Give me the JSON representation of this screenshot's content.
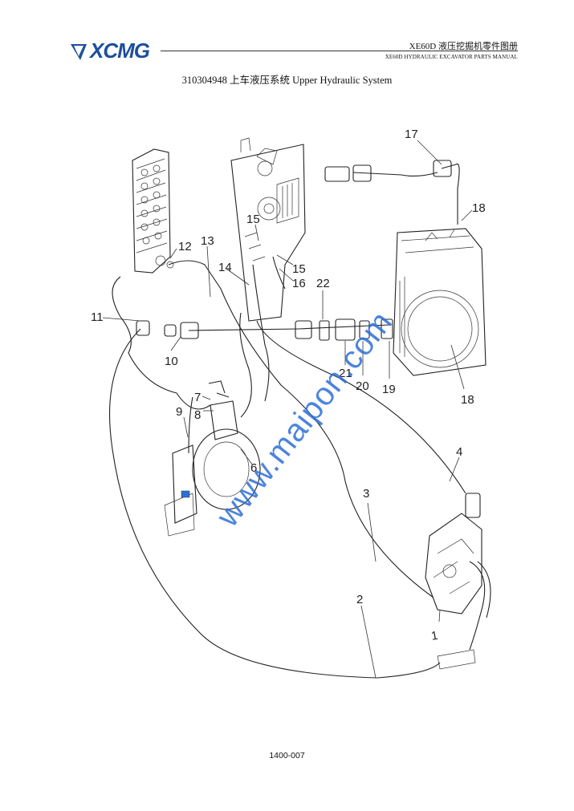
{
  "header": {
    "brand": "XCMG",
    "title_cn": "XE60D 液压挖掘机零件图册",
    "title_en": "XE60D HYDRAULIC EXCAVATOR PARTS MANUAL"
  },
  "document": {
    "title": "310304948 上车液压系统 Upper Hydraulic System",
    "page_number": "1400-007"
  },
  "watermark": "www.maipon.com",
  "callouts": [
    {
      "id": "c1",
      "label": "1"
    },
    {
      "id": "c2",
      "label": "2"
    },
    {
      "id": "c3",
      "label": "3"
    },
    {
      "id": "c4",
      "label": "4"
    },
    {
      "id": "c6",
      "label": "6"
    },
    {
      "id": "c7",
      "label": "7"
    },
    {
      "id": "c8",
      "label": "8"
    },
    {
      "id": "c9",
      "label": "9"
    },
    {
      "id": "c10",
      "label": "10"
    },
    {
      "id": "c11",
      "label": "11"
    },
    {
      "id": "c12",
      "label": "12"
    },
    {
      "id": "c13",
      "label": "13"
    },
    {
      "id": "c14",
      "label": "14"
    },
    {
      "id": "c15a",
      "label": "15"
    },
    {
      "id": "c15b",
      "label": "15"
    },
    {
      "id": "c16",
      "label": "16"
    },
    {
      "id": "c17",
      "label": "17"
    },
    {
      "id": "c18a",
      "label": "18"
    },
    {
      "id": "c18b",
      "label": "18"
    },
    {
      "id": "c19",
      "label": "19"
    },
    {
      "id": "c20",
      "label": "20"
    },
    {
      "id": "c21",
      "label": "21"
    },
    {
      "id": "c22",
      "label": "22"
    }
  ],
  "colors": {
    "brand": "#1d4f9b",
    "watermark": "#2e6fd6"
  }
}
